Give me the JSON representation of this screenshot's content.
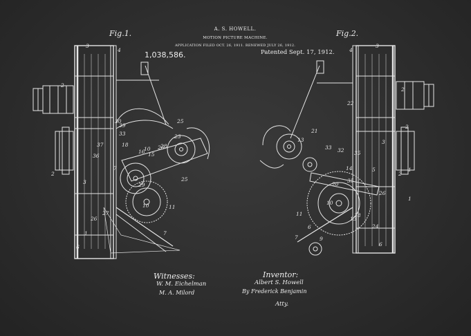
{
  "header": {
    "inventor": "A. S. HOWELL.",
    "title": "MOTION PICTURE MACHINE.",
    "application": "APPLICATION FILED OCT. 26, 1911. RENEWED JULY 26, 1912.",
    "patent_number": "1,038,586.",
    "patented": "Patented Sept. 17, 1912."
  },
  "figures": {
    "fig1": "Fig.1.",
    "fig2": "Fig.2."
  },
  "signatures": {
    "witnesses_label": "Witnesses:",
    "witness_1": "W. M. Eichelman",
    "witness_2": "M. A. Milord",
    "inventor_label": "Inventor:",
    "inventor_name": "Albert S. Howell",
    "by_line": "By Frederick Benjamin",
    "attorney": "Atty."
  },
  "callouts": {
    "fig1": [
      "3",
      "4",
      "2",
      "30",
      "39",
      "33",
      "37",
      "36",
      "2",
      "3",
      "18",
      "10",
      "16",
      "15",
      "26",
      "25",
      "25",
      "10",
      "11",
      "29",
      "23",
      "28",
      "27",
      "26",
      "1",
      "7",
      "7",
      "6"
    ],
    "fig2": [
      "3",
      "4",
      "2",
      "22",
      "21",
      "13",
      "33",
      "32",
      "14",
      "26",
      "35",
      "35",
      "38",
      "2",
      "5",
      "24",
      "10",
      "11",
      "6",
      "7",
      "9",
      "13",
      "20",
      "2",
      "3",
      "1",
      "1",
      "6"
    ]
  },
  "colors": {
    "background": "#2e2e2e",
    "ink": "#e6e6e6"
  }
}
